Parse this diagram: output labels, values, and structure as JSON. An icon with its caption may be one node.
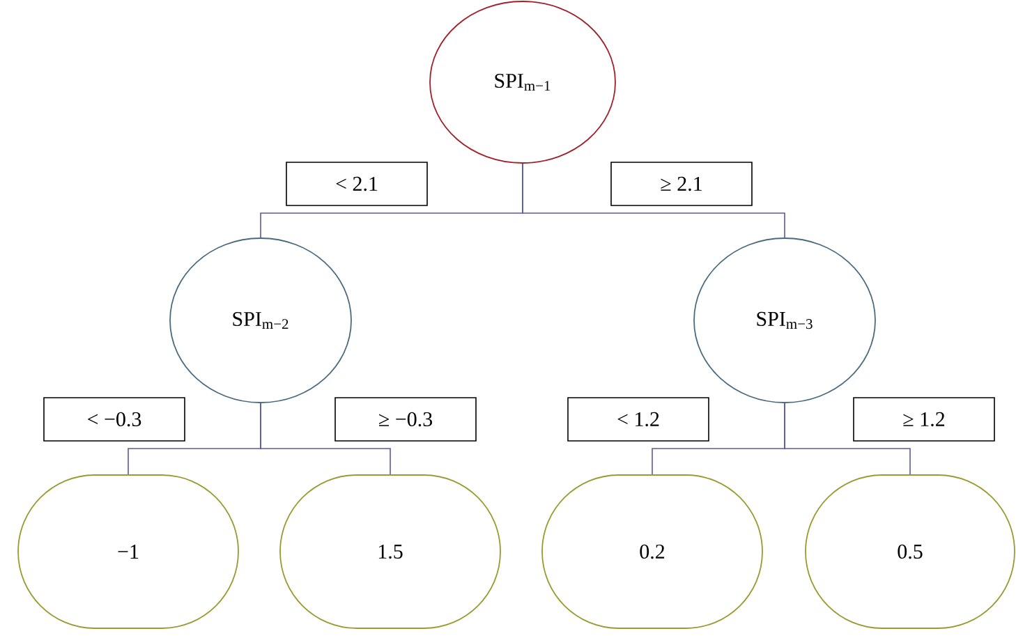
{
  "diagram": {
    "nodes": [
      {
        "text": [
          "SPI$_{m−1}$"
        ]
      },
      {
        "text": [
          "SPI$_{m−2}$"
        ]
      },
      {
        "text": [
          "SPI$_{m−3}$"
        ]
      },
      {
        "text": [
          "−1"
        ]
      },
      {
        "text": [
          "1.5"
        ]
      },
      {
        "text": [
          "0.2"
        ]
      },
      {
        "text": [
          "0.5"
        ]
      }
    ],
    "edges": [
      {
        "from": 0,
        "to": 1,
        "arrow": "none",
        "label": "< 2.1"
      },
      {
        "from": 0,
        "to": 2,
        "arrow": "none",
        "label": "≥ 2.1"
      },
      {
        "from": 1,
        "to": 3,
        "arrow": "none",
        "label": "< −0.3"
      },
      {
        "from": 1,
        "to": 4,
        "arrow": "none",
        "label": "≥ −0.3"
      },
      {
        "from": 2,
        "to": 5,
        "arrow": "none",
        "label": "< 1.2"
      },
      {
        "from": 2,
        "to": 6,
        "arrow": "none",
        "label": "≥ 1.2"
      }
    ]
  }
}
